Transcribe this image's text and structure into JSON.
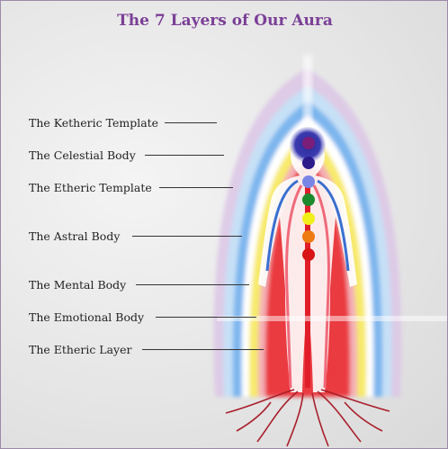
{
  "title": "The 7 Layers of Our Aura",
  "layers": [
    {
      "label": "The Ketheric Template"
    },
    {
      "label": "The Celestial Body"
    },
    {
      "label": "The Etheric Template"
    },
    {
      "label": "The Astral Body"
    },
    {
      "label": "The Mental Body"
    },
    {
      "label": "The Emotional Body"
    },
    {
      "label": "The Etheric Layer"
    }
  ],
  "chakras": [
    {
      "name": "crown",
      "color": "#7b1e7a"
    },
    {
      "name": "third-eye",
      "color": "#2a1a8a"
    },
    {
      "name": "throat",
      "color": "#7a86e6"
    },
    {
      "name": "heart",
      "color": "#1e8a2e"
    },
    {
      "name": "solar-plexus",
      "color": "#f2ee1a"
    },
    {
      "name": "sacral",
      "color": "#ee7a12"
    },
    {
      "name": "root",
      "color": "#d81414"
    }
  ],
  "colors": {
    "title": "#7b3f98",
    "aura_outer": "#c9a6d8",
    "aura_blue": "#6aa6e8",
    "aura_yellow": "#f5e65a",
    "aura_red": "#e8202a"
  }
}
